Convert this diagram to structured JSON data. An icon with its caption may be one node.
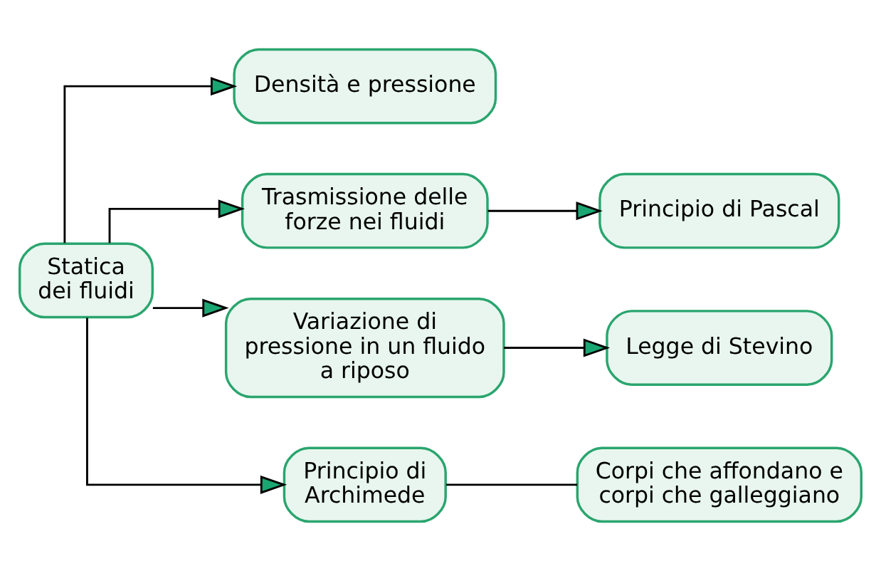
{
  "diagram": {
    "nodes": [
      {
        "text": [
          "Statica dei fluidi"
        ]
      },
      {
        "text": [
          "Densità e pressione"
        ]
      },
      {
        "text": [
          "Trasmissione delle forze nei fluidi"
        ]
      },
      {
        "text": [
          "Principio di Pascal"
        ]
      },
      {
        "text": [
          "Variazione di pressione in un fluido a riposo"
        ]
      },
      {
        "text": [
          "Legge di Stevino"
        ]
      },
      {
        "text": [
          "Principio di Archimede"
        ]
      },
      {
        "text": [
          "Corpi che affondano e corpi che galleggiano"
        ]
      }
    ],
    "edges": [
      {
        "from": 0,
        "to": 1,
        "arrow": "to"
      },
      {
        "from": 0,
        "to": 2,
        "arrow": "to"
      },
      {
        "from": 0,
        "to": 4,
        "arrow": "to"
      },
      {
        "from": 0,
        "to": 6,
        "arrow": "to"
      },
      {
        "from": 2,
        "to": 3,
        "arrow": "to"
      },
      {
        "from": 4,
        "to": 5,
        "arrow": "to"
      },
      {
        "from": 6,
        "to": 7,
        "arrow": "none"
      }
    ]
  }
}
